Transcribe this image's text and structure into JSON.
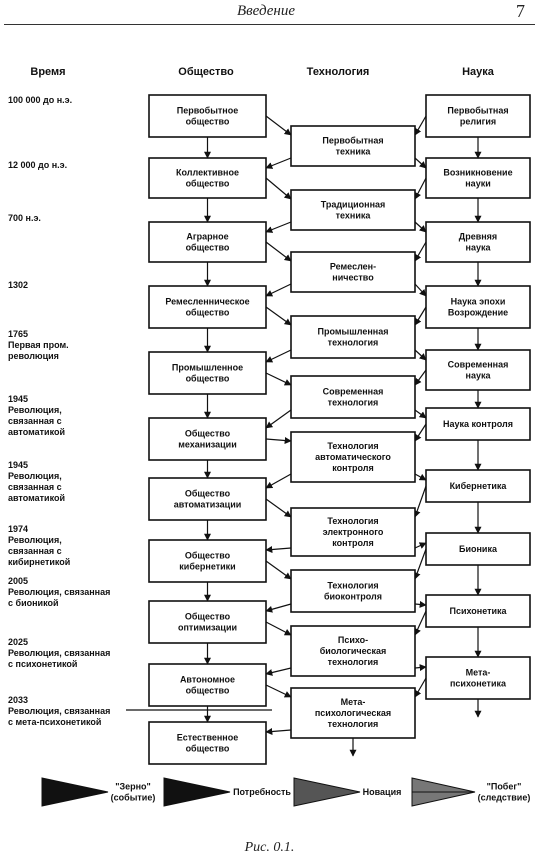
{
  "header": {
    "running_head": "Введение",
    "page_number": "7"
  },
  "columns": {
    "time": "Время",
    "society": "Общество",
    "technology": "Технология",
    "science": "Наука"
  },
  "times": [
    [
      "100 000 до н.э."
    ],
    [
      "12 000 до н.э."
    ],
    [
      "700 н.э."
    ],
    [
      "1302"
    ],
    [
      "1765",
      "Первая пром.",
      "революция"
    ],
    [
      "1945",
      "Революция,",
      "связанная с",
      "автоматикой"
    ],
    [
      "1945",
      "Революция,",
      "связанная с",
      "автоматикой"
    ],
    [
      "1974",
      "Революция,",
      "связанная с",
      "кибирнетикой"
    ],
    [
      "2005",
      "Революция, связанная",
      "с бионикой"
    ],
    [
      "2025",
      "Революция, связанная",
      "с психонетикой"
    ],
    [
      "2033",
      "Революция, связанная",
      "с мета-психонетикой"
    ]
  ],
  "society": [
    [
      "Первобытное",
      "общество"
    ],
    [
      "Коллективное",
      "общество"
    ],
    [
      "Аграрное",
      "общество"
    ],
    [
      "Ремесленническое",
      "общество"
    ],
    [
      "Промышленное",
      "общество"
    ],
    [
      "Общество",
      "механизации"
    ],
    [
      "Общество",
      "автоматизации"
    ],
    [
      "Общество",
      "кибернетики"
    ],
    [
      "Общество",
      "оптимизации"
    ],
    [
      "Автономное",
      "общество"
    ],
    [
      "Естественное",
      "общество"
    ]
  ],
  "technology": [
    [
      "Первобытная",
      "техника"
    ],
    [
      "Традиционная",
      "техника"
    ],
    [
      "Ремеслен-",
      "ничество"
    ],
    [
      "Промышленная",
      "технология"
    ],
    [
      "Современная",
      "технология"
    ],
    [
      "Технология",
      "автоматического",
      "контроля"
    ],
    [
      "Технология",
      "электронного",
      "контроля"
    ],
    [
      "Технология",
      "биоконтроля"
    ],
    [
      "Психо-",
      "биологическая",
      "технология"
    ],
    [
      "Мета-",
      "психологическая",
      "технология"
    ]
  ],
  "science": [
    [
      "Первобытная",
      "религия"
    ],
    [
      "Возникновение",
      "науки"
    ],
    [
      "Древняя",
      "наука"
    ],
    [
      "Наука эпохи",
      "Возрождение"
    ],
    [
      "Современная",
      "наука"
    ],
    [
      "Наука контроля"
    ],
    [
      "Кибернетика"
    ],
    [
      "Бионика"
    ],
    [
      "Психонетика"
    ],
    [
      "Мета-",
      "психонетика"
    ]
  ],
  "legend": {
    "seed": [
      "\"Зерно\"",
      "(событие)"
    ],
    "need": [
      "Потребность"
    ],
    "innovation": [
      "Новация"
    ],
    "shoot": [
      "\"Побег\"",
      "(следствие)"
    ]
  },
  "caption": "Рис. 0.1."
}
